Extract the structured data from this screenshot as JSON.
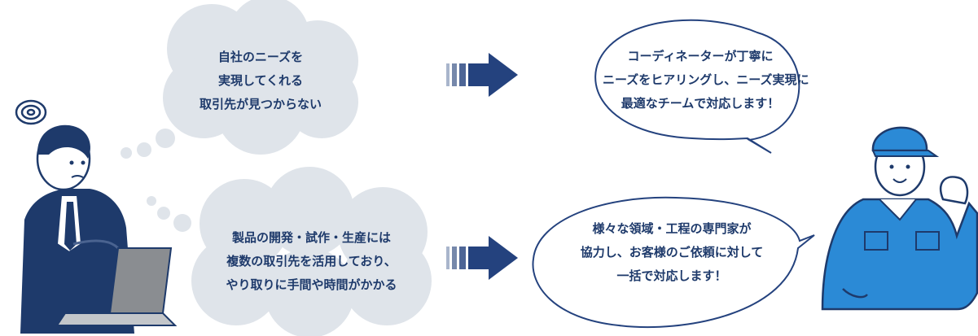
{
  "problems": [
    {
      "lines": [
        "自社のニーズを",
        "実現してくれる",
        "取引先が見つからない"
      ]
    },
    {
      "lines": [
        "製品の開発・試作・生産には",
        "複数の取引先を活用しており、",
        "やり取りに手間や時間がかかる"
      ]
    }
  ],
  "solutions": [
    {
      "lines": [
        "コーディネーターが丁寧に",
        "ニーズをヒアリングし、ニーズ実現に",
        "最適なチームで対応します！"
      ]
    },
    {
      "lines": [
        "様々な領域・工程の専門家が",
        "協力し、お客様のご依頼に対して",
        "一括で対応します！"
      ]
    }
  ],
  "colors": {
    "navy": "#1e3a6b",
    "arrow": "#24427e",
    "cloud": "#dfe4ea",
    "worker": "#2b8ad6"
  }
}
